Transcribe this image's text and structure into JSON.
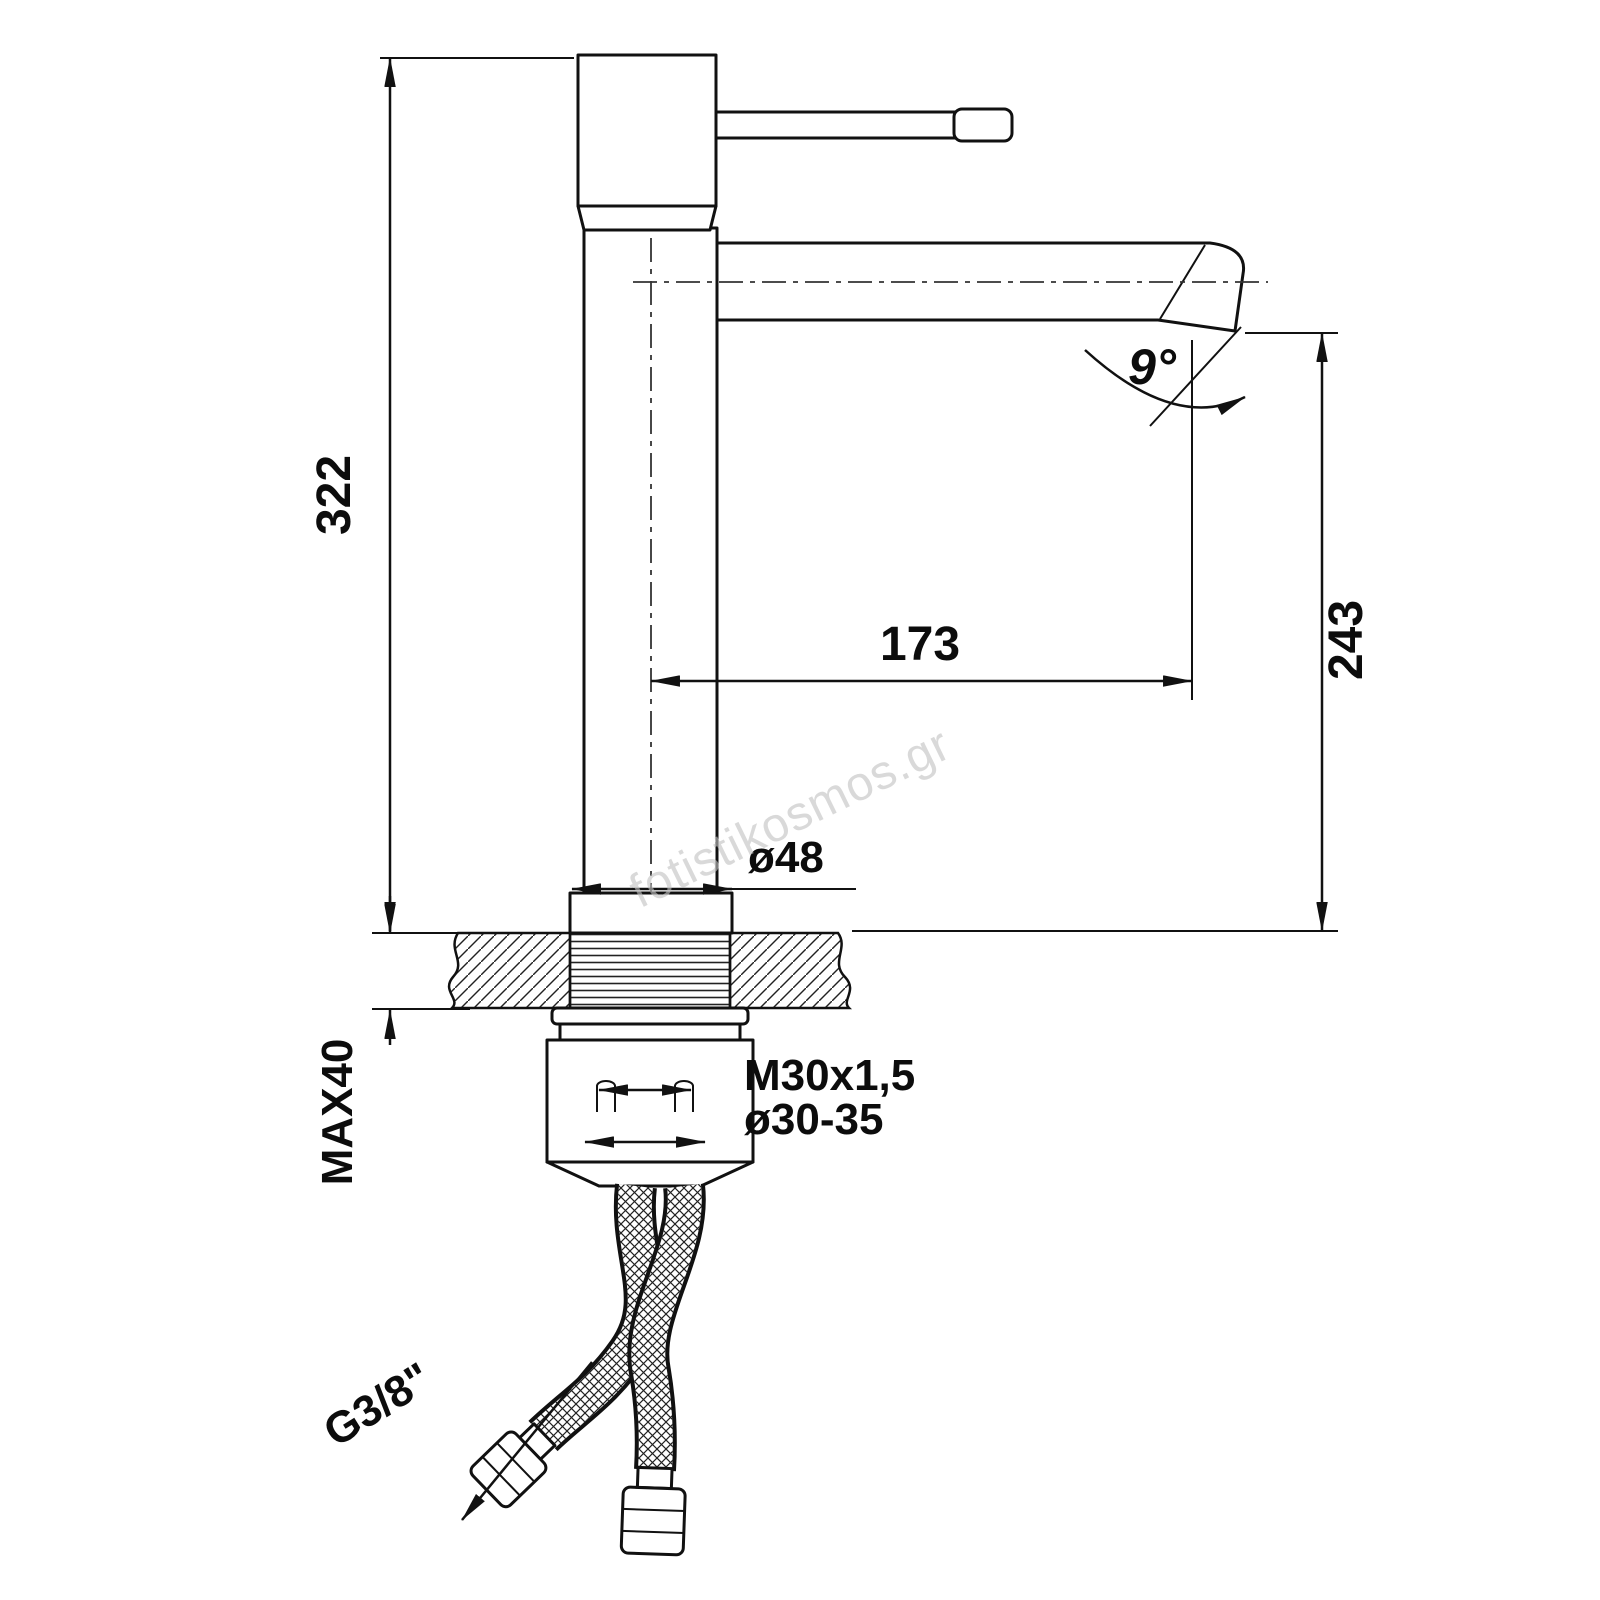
{
  "watermark": "fotistikosmos.gr",
  "dims": {
    "total_height": "322",
    "spout_reach": "173",
    "spout_height": "243",
    "spout_angle": "9°",
    "base_diameter": "ø48",
    "max_mounting_thickness": "MAX40",
    "mounting_thread": "M30x1,5",
    "hole_range": "ø30-35",
    "hose_connection": "G3/8\""
  }
}
